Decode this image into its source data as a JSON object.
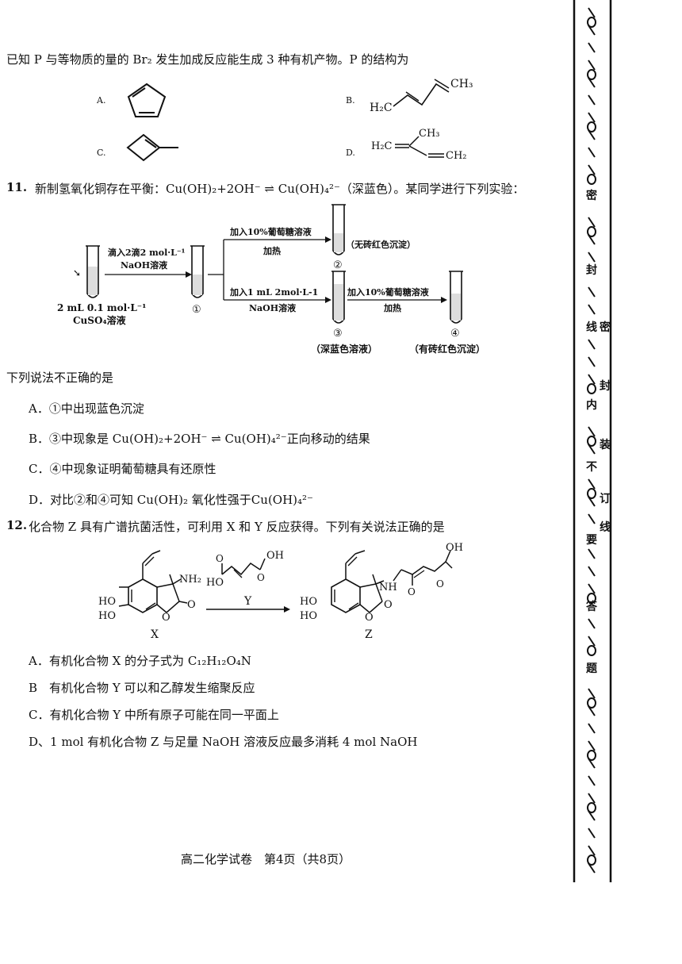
{
  "q10": {
    "stem": "已知 P 与等物质的量的 Br₂ 发生加成反应能生成 3 种有机产物。P 的结构为",
    "options": [
      {
        "letter": "A."
      },
      {
        "letter": "B.",
        "formula_left": "H₂C",
        "formula_right": "CH₃"
      },
      {
        "letter": "C."
      },
      {
        "letter": "D.",
        "formula_left": "H₂C",
        "formula_top": "CH₃",
        "formula_right": "CH₂"
      }
    ]
  },
  "q11": {
    "number": "11.",
    "stem_pre": "新制氢氧化铜存在平衡：Cu(OH)₂+2OH⁻ ⇌ Cu(OH)₄²⁻（深蓝色）。某同学进行下列实验：",
    "diagram": {
      "start_reagent": "2 mL 0.1 mol·L⁻¹",
      "start_reagent2": "CuSO₄溶液",
      "step1_a": "滴入2滴2 mol·L⁻¹",
      "step1_b": "NaOH溶液",
      "tube1": "①",
      "step2_a": "加入10%葡萄糖溶液",
      "step2_b": "加热",
      "tube2": "②",
      "result2": "（无砖红色沉淀）",
      "step3_a": "加入1 mL 2mol·L-1",
      "step3_b": "NaOH溶液",
      "tube3": "③",
      "result3": "（深蓝色溶液）",
      "step4_a": "加入10%葡萄糖溶液",
      "step4_b": "加热",
      "tube4": "④",
      "result4": "（有砖红色沉淀）"
    },
    "question": "下列说法不正确的是",
    "options": [
      {
        "letter": "A．",
        "text": "①中出现蓝色沉淀"
      },
      {
        "letter": "B．",
        "text": "③中现象是 Cu(OH)₂+2OH⁻ ⇌ Cu(OH)₄²⁻正向移动的结果"
      },
      {
        "letter": "C．",
        "text": "④中现象证明葡萄糖具有还原性"
      },
      {
        "letter": "D．",
        "text": "对比②和④可知 Cu(OH)₂ 氧化性强于Cu(OH)₄²⁻"
      }
    ]
  },
  "q12": {
    "number": "12.",
    "stem": "化合物 Z 具有广谱抗菌活性，可利用 X 和 Y 反应获得。下列有关说法正确的是",
    "diagram": {
      "x_label": "X",
      "y_label": "Y",
      "z_label": "Z",
      "ho": "HO",
      "oh": "OH",
      "nh2": "NH₂",
      "nh": "NH",
      "o": "O"
    },
    "options": [
      {
        "letter": "A．",
        "text": "有机化合物 X 的分子式为 C₁₂H₁₂O₄N"
      },
      {
        "letter": "B",
        "text": "有机化合物 Y 可以和乙醇发生缩聚反应"
      },
      {
        "letter": "C．",
        "text": "有机化合物 Y 中所有原子可能在同一平面上"
      },
      {
        "letter": "D、",
        "text": "1 mol 有机化合物 Z 与足量 NaOH 溶液反应最多消耗 4 mol NaOH"
      }
    ]
  },
  "footer": "高二化学试卷　第4页（共8页）",
  "binding": {
    "chars_outer": [
      "密",
      "封",
      "线",
      "内",
      "不",
      "要",
      "答",
      "题"
    ],
    "chars_inner": [
      "密",
      "封",
      "装",
      "订",
      "线"
    ]
  }
}
